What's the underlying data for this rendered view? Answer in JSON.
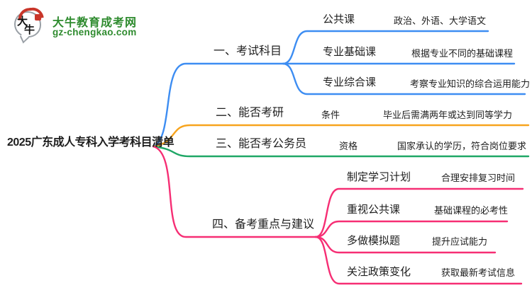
{
  "logo": {
    "bubble_text_1": "大",
    "bubble_text_2": "牛",
    "brand": "大牛教育成考网",
    "domain": "gz-chengkao.com",
    "brand_color": "#2e8b2e",
    "seal_color": "#c9362a"
  },
  "mindmap": {
    "root": "2025广东成人专科入学考科目清单",
    "text_color": "#1e1e1e",
    "branches": [
      {
        "label": "一、考试科目",
        "color": "#3d8df2",
        "children": [
          {
            "key": "公共课",
            "value": "政治、外语、大学语文"
          },
          {
            "key": "专业基础课",
            "value": "根据专业不同的基础课程"
          },
          {
            "key": "专业综合课",
            "value": "考察专业知识的综合运用能力"
          }
        ]
      },
      {
        "label": "二、能否考研",
        "color": "#f7a41d",
        "children": [
          {
            "key": "条件",
            "value": "毕业后需满两年或达到同等学力"
          }
        ]
      },
      {
        "label": "三、能否考公务员",
        "color": "#1fa766",
        "children": [
          {
            "key": "资格",
            "value": "国家承认的学历，符合岗位要求"
          }
        ]
      },
      {
        "label": "四、备考重点与建议",
        "color": "#f62e74",
        "children": [
          {
            "key": "制定学习计划",
            "value": "合理安排复习时间"
          },
          {
            "key": "重视公共课",
            "value": "基础课程的必考性"
          },
          {
            "key": "多做模拟题",
            "value": "提升应试能力"
          },
          {
            "key": "关注政策变化",
            "value": "获取最新考试信息"
          }
        ]
      }
    ]
  }
}
